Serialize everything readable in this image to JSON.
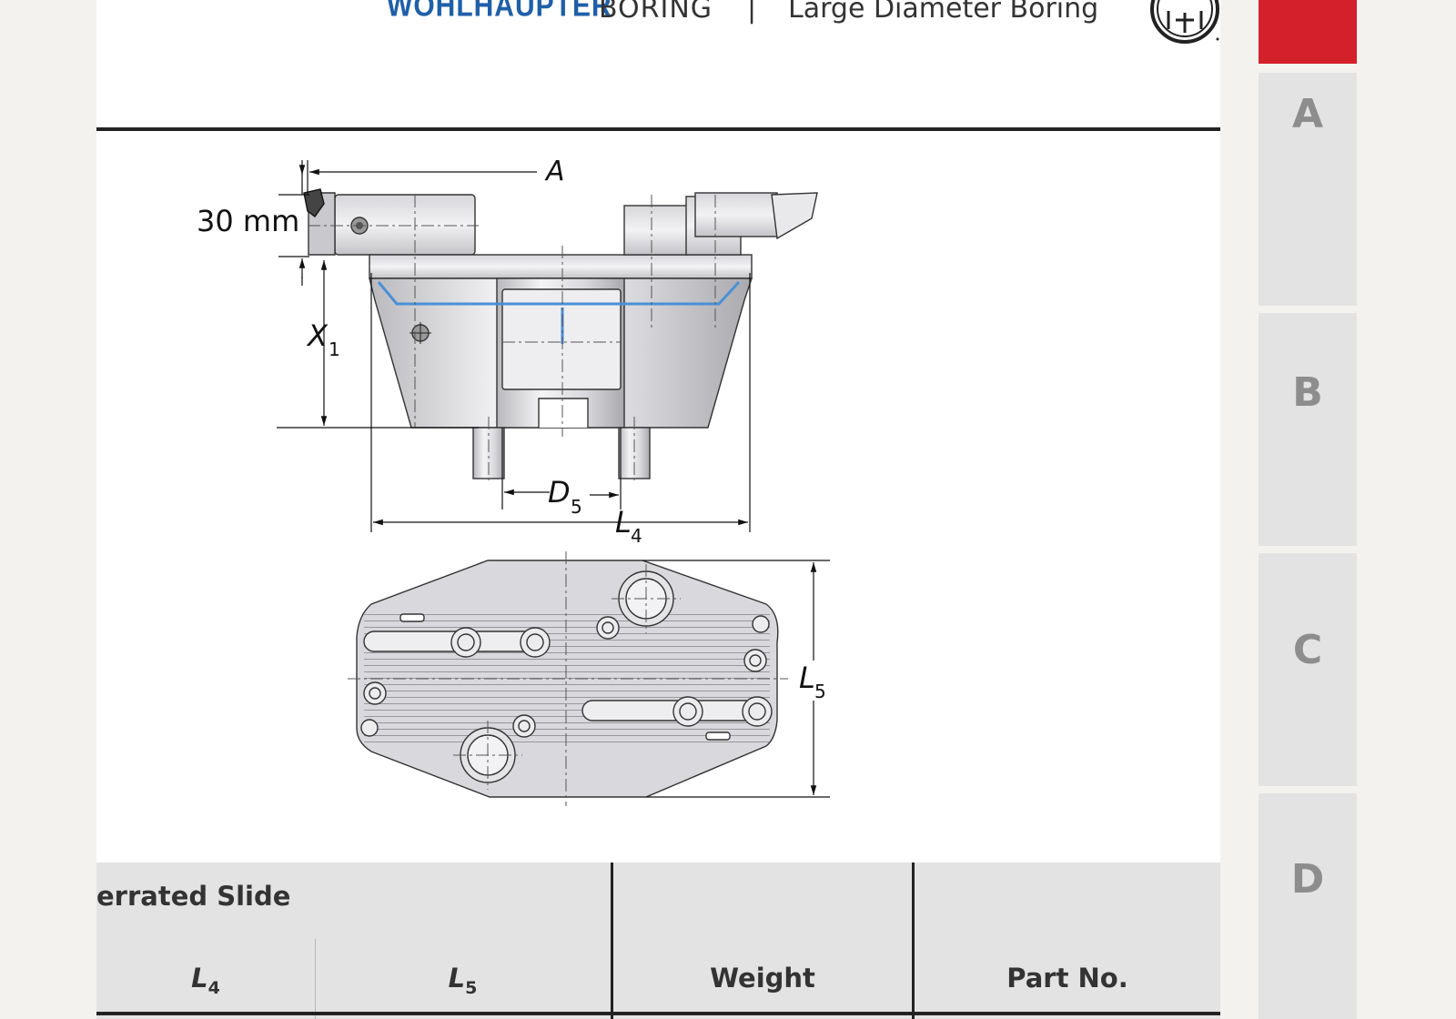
{
  "header": {
    "logo": "WOHLHAUPTER",
    "section": "BORING",
    "separator": "|",
    "subsection": "Large Diameter Boring"
  },
  "drawing": {
    "dim_A": "A",
    "dim_30mm": "30 mm",
    "dim_X1": "X",
    "dim_X1_sub": "1",
    "dim_D5": "D",
    "dim_D5_sub": "5",
    "dim_L4": "L",
    "dim_L4_sub": "4",
    "dim_L5": "L",
    "dim_L5_sub": "5"
  },
  "table": {
    "title": "errated Slide",
    "headers": [
      {
        "main": "L",
        "sub": "4"
      },
      {
        "main": "L",
        "sub": "5"
      },
      {
        "main": "Weight",
        "sub": ""
      },
      {
        "main": "Part No.",
        "sub": ""
      }
    ]
  },
  "tabs": [
    "A",
    "B",
    "C",
    "D"
  ],
  "colors": {
    "accent_red": "#d3202a",
    "logo_blue": "#1f5fa8",
    "tab_grey": "#e3e3e3",
    "tab_letter": "#8d8d8d"
  }
}
